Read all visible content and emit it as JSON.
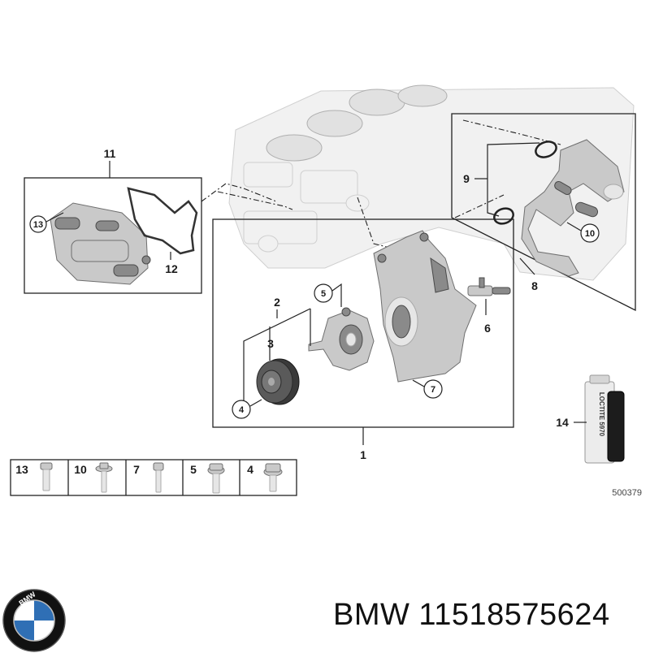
{
  "callouts": {
    "c1": "1",
    "c2": "2",
    "c3": "3",
    "c4": "4",
    "c5": "5",
    "c6": "6",
    "c7": "7",
    "c8": "8",
    "c9": "9",
    "c10": "10",
    "c11": "11",
    "c12": "12",
    "c13": "13",
    "c14": "14"
  },
  "hardware_strip": [
    {
      "label": "13",
      "icon": "bolt-long-icon"
    },
    {
      "label": "10",
      "icon": "bolt-flange-icon"
    },
    {
      "label": "7",
      "icon": "bolt-thin-icon"
    },
    {
      "label": "5",
      "icon": "bolt-hex-icon"
    },
    {
      "label": "4",
      "icon": "bolt-hex-short-icon"
    }
  ],
  "sealant_label": "LOCTITE 5970",
  "diagram_ref": "500379",
  "brand": {
    "logo_text": "BMW",
    "caption": "BMW 11518575624",
    "colors": {
      "blue": "#2f6fb5",
      "ring": "#111111",
      "white": "#ffffff"
    }
  }
}
